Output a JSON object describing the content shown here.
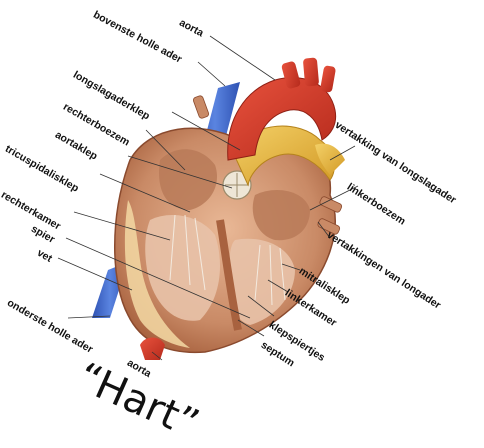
{
  "title": "“Hart”",
  "labels": {
    "aorta_top": "aorta",
    "bovenste_holle_ader": "bovenste holle ader",
    "longslagaderklep": "longslagaderklep",
    "rechterboezem": "rechterboezem",
    "aortaklep": "aortaklep",
    "tricuspidalisklep": "tricuspidalisklep",
    "rechterkamer": "rechterkamer",
    "spier": "spier",
    "vet": "vet",
    "onderste_holle_ader": "onderste holle ader",
    "aorta_bottom": "aorta",
    "vertakking_van_longslagader": "vertakking van longslagader",
    "linkerboezem": "linkerboezem",
    "vertakkingen_van_longader": "vertakkingen van longader",
    "mitralisklep": "mitralisklep",
    "linkerkamer": "linkerkamer",
    "klepspiertjes": "klepspiertjes",
    "septum": "septum"
  },
  "colors": {
    "vein_blue": "#3b63c9",
    "artery_red": "#d23a2a",
    "pulmonary_yellow": "#e7b93c",
    "muscle": "#c98a66",
    "chamber_inner": "#e8c2a8",
    "fat": "#f1d4a0",
    "leader": "#333333"
  }
}
